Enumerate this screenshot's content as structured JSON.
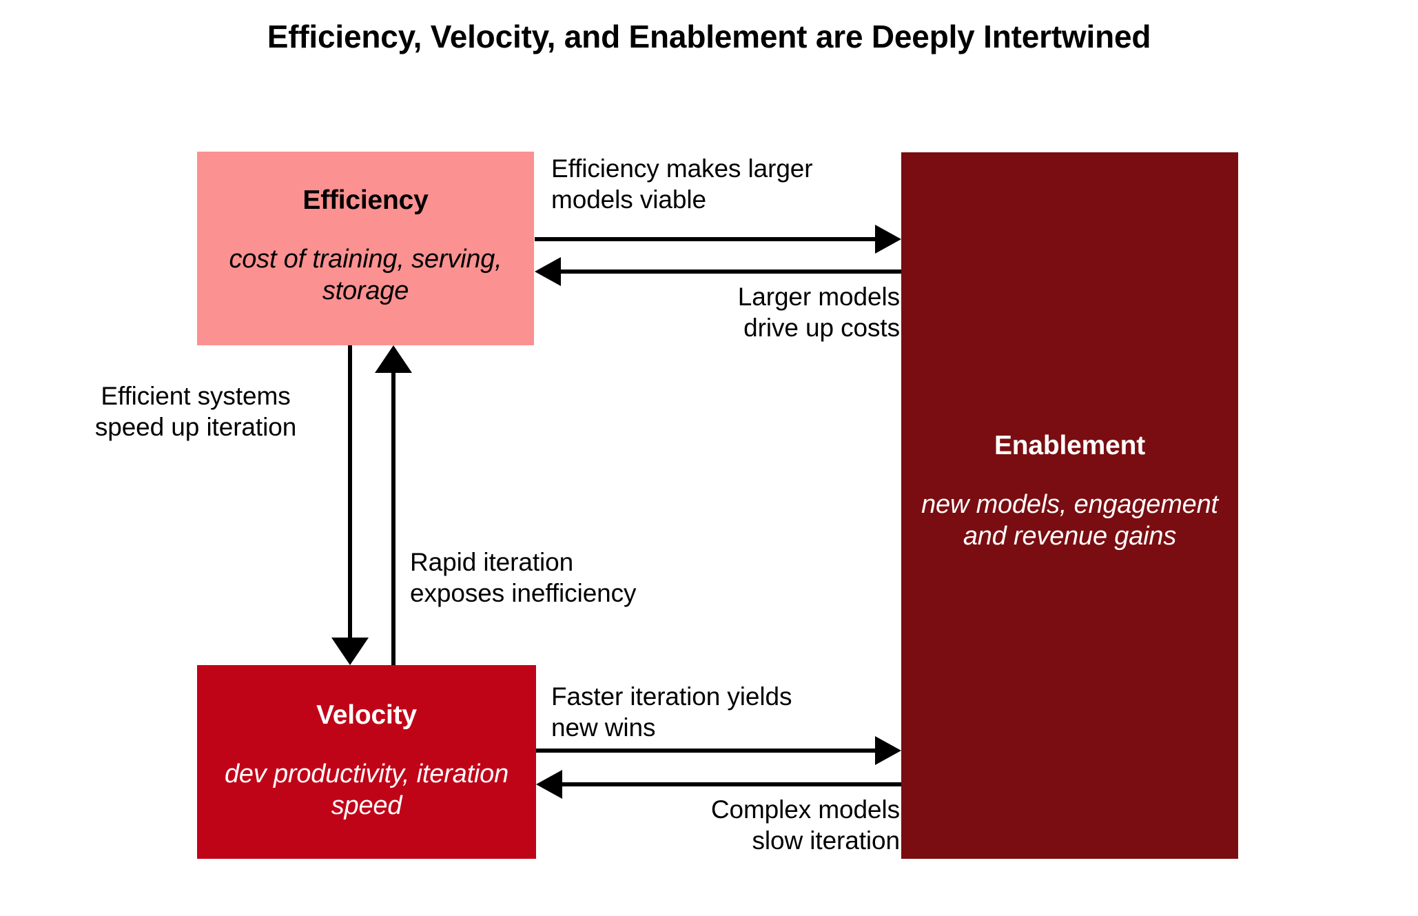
{
  "title": "Efficiency, Velocity, and Enablement are Deeply Intertwined",
  "colors": {
    "efficiency_fill": "#fb9191",
    "efficiency_text": "#000000",
    "velocity_fill": "#c00418",
    "velocity_text": "#ffffff",
    "enablement_fill": "#7a0d11",
    "enablement_text": "#ffffff",
    "arrow": "#000000",
    "background": "#ffffff"
  },
  "nodes": {
    "efficiency": {
      "title": "Efficiency",
      "subtitle": "cost of training,\nserving, storage"
    },
    "velocity": {
      "title": "Velocity",
      "subtitle": "dev productivity,\niteration speed"
    },
    "enablement": {
      "title": "Enablement",
      "subtitle": "new models,\nengagement and\nrevenue gains"
    }
  },
  "edges": {
    "efficiency_to_enablement": "Efficiency makes larger\nmodels viable",
    "enablement_to_efficiency": "Larger models\ndrive up costs",
    "efficiency_to_velocity": "Efficient systems\nspeed up iteration",
    "velocity_to_efficiency": "Rapid iteration\nexposes inefficiency",
    "velocity_to_enablement": "Faster iteration yields\nnew wins",
    "enablement_to_velocity": "Complex models\nslow iteration"
  },
  "chart_data": {
    "type": "diagram",
    "title": "Efficiency, Velocity, and Enablement are Deeply Intertwined",
    "nodes": [
      {
        "id": "efficiency",
        "label": "Efficiency",
        "detail": "cost of training, serving, storage",
        "fill": "#fb9191"
      },
      {
        "id": "velocity",
        "label": "Velocity",
        "detail": "dev productivity, iteration speed",
        "fill": "#c00418"
      },
      {
        "id": "enablement",
        "label": "Enablement",
        "detail": "new models, engagement and revenue gains",
        "fill": "#7a0d11"
      }
    ],
    "edges": [
      {
        "from": "efficiency",
        "to": "enablement",
        "label": "Efficiency makes larger models viable"
      },
      {
        "from": "enablement",
        "to": "efficiency",
        "label": "Larger models drive up costs"
      },
      {
        "from": "efficiency",
        "to": "velocity",
        "label": "Efficient systems speed up iteration"
      },
      {
        "from": "velocity",
        "to": "efficiency",
        "label": "Rapid iteration exposes inefficiency"
      },
      {
        "from": "velocity",
        "to": "enablement",
        "label": "Faster iteration yields new wins"
      },
      {
        "from": "enablement",
        "to": "velocity",
        "label": "Complex models slow iteration"
      }
    ]
  }
}
